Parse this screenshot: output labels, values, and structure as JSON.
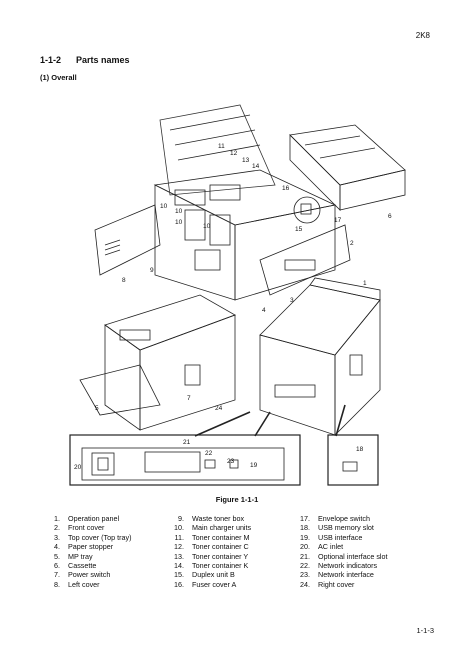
{
  "header": {
    "doc_code": "2K8"
  },
  "section": {
    "number": "1-1-2",
    "title": "Parts names",
    "subtitle": "(1) Overall"
  },
  "figure": {
    "caption": "Figure 1-1-1",
    "callouts": [
      "1",
      "2",
      "3",
      "4",
      "5",
      "6",
      "7",
      "8",
      "9",
      "10",
      "10",
      "10",
      "10",
      "11",
      "12",
      "13",
      "14",
      "15",
      "16",
      "17",
      "18",
      "19",
      "20",
      "21",
      "22",
      "23",
      "24"
    ]
  },
  "legend": {
    "col1": [
      {
        "n": "1.",
        "label": "Operation panel"
      },
      {
        "n": "2.",
        "label": "Front cover"
      },
      {
        "n": "3.",
        "label": "Top cover (Top tray)"
      },
      {
        "n": "4.",
        "label": "Paper stopper"
      },
      {
        "n": "5.",
        "label": "MP tray"
      },
      {
        "n": "6.",
        "label": "Cassette"
      },
      {
        "n": "7.",
        "label": "Power switch"
      },
      {
        "n": "8.",
        "label": "Left cover"
      }
    ],
    "col2": [
      {
        "n": "9.",
        "label": "Waste toner box"
      },
      {
        "n": "10.",
        "label": "Main charger units"
      },
      {
        "n": "11.",
        "label": "Toner container M"
      },
      {
        "n": "12.",
        "label": "Toner container C"
      },
      {
        "n": "13.",
        "label": "Toner container Y"
      },
      {
        "n": "14.",
        "label": "Toner container K"
      },
      {
        "n": "15.",
        "label": "Duplex unit B"
      },
      {
        "n": "16.",
        "label": "Fuser cover A"
      }
    ],
    "col3": [
      {
        "n": "17.",
        "label": "Envelope switch"
      },
      {
        "n": "18.",
        "label": "USB memory slot"
      },
      {
        "n": "19.",
        "label": "USB interface"
      },
      {
        "n": "20.",
        "label": "AC inlet"
      },
      {
        "n": "21.",
        "label": "Optional interface slot"
      },
      {
        "n": "22.",
        "label": "Network indicators"
      },
      {
        "n": "23.",
        "label": "Network interface"
      },
      {
        "n": "24.",
        "label": "Right cover"
      }
    ]
  },
  "footer": {
    "page": "1-1-3"
  }
}
